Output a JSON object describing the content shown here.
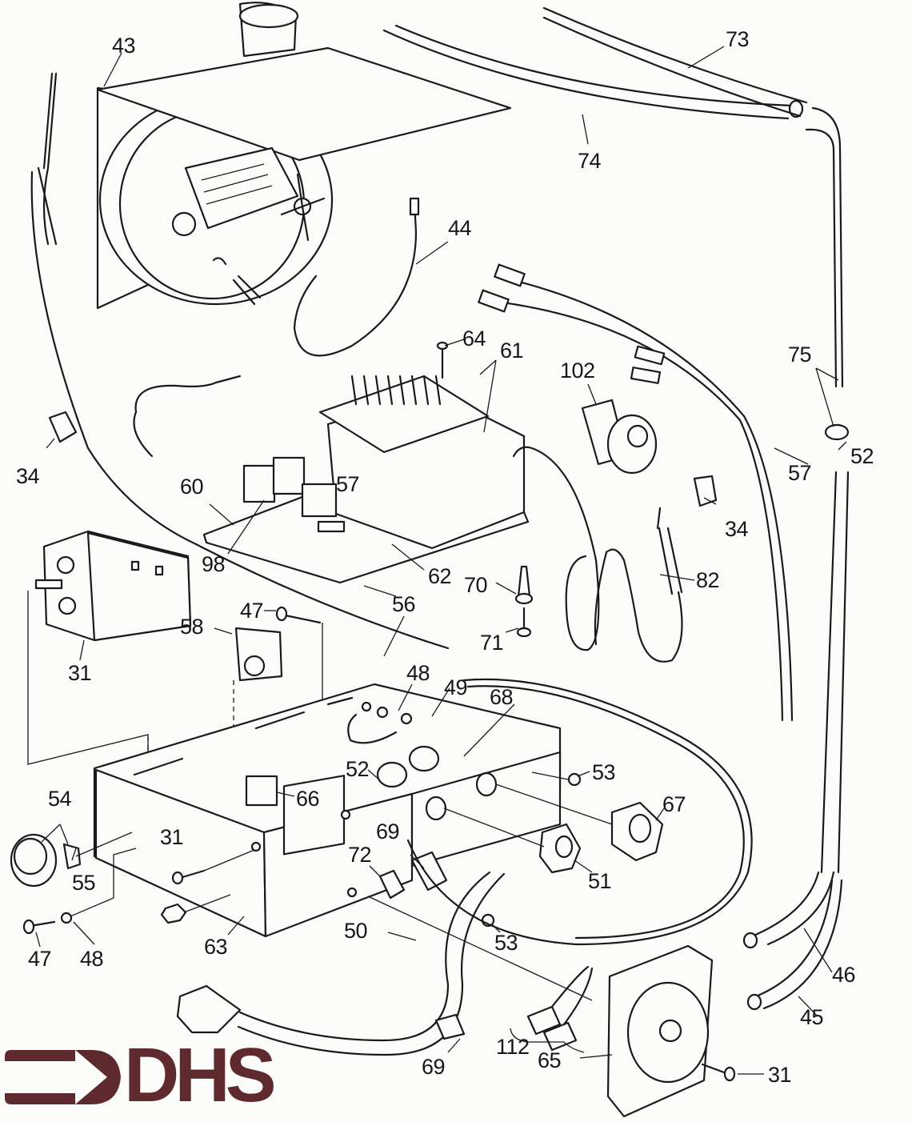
{
  "diagram": {
    "type": "exploded parts diagram",
    "subject": "fan assembly, control box, wiring and hoses",
    "brand": {
      "name": "DHS",
      "color": "#5e2a2e",
      "icon": "arrow-right-icon"
    },
    "labels": {
      "l43": "43",
      "l73": "73",
      "l74": "74",
      "l44": "44",
      "l64": "64",
      "l61": "61",
      "l102": "102",
      "l75": "75",
      "l52a": "52",
      "l34a": "34",
      "l57a": "57",
      "l34b": "34",
      "l60": "60",
      "l57b": "57",
      "l98": "98",
      "l62": "62",
      "l70": "70",
      "l82": "82",
      "l56": "56",
      "l71": "71",
      "l47a": "47",
      "l58": "58",
      "l31a": "31",
      "l48a": "48",
      "l49": "49",
      "l68": "68",
      "l52b": "52",
      "l53a": "53",
      "l54": "54",
      "l66": "66",
      "l67": "67",
      "l31b": "31",
      "l69a": "69",
      "l72": "72",
      "l51": "51",
      "l55": "55",
      "l53b": "53",
      "l63": "63",
      "l50": "50",
      "l47b": "47",
      "l48b": "48",
      "l46": "46",
      "l45": "45",
      "l112": "112",
      "l69b": "69",
      "l65": "65",
      "l31c": "31"
    }
  }
}
